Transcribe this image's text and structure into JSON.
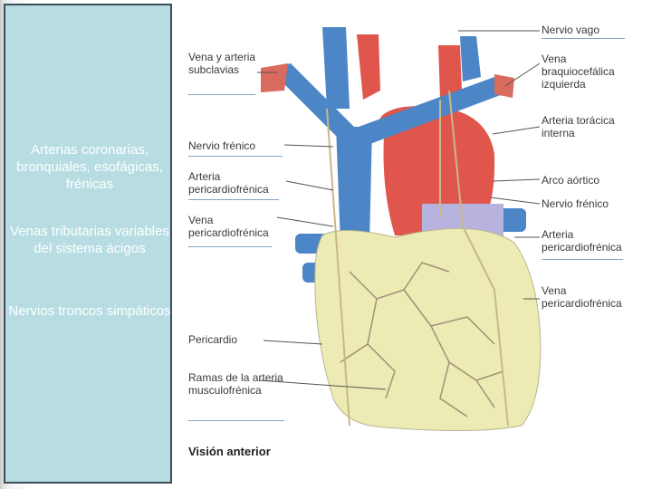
{
  "sidebar": {
    "items": [
      "Arterias coronarias, bronquiales, esofágicas, frénicas",
      "Venas tributarias variables del sistema ácigos",
      "Nervios troncos simpáticos"
    ]
  },
  "figure": {
    "left_labels": {
      "vena_arteria_subclavias": "Vena y arteria subclavias",
      "nervio_frenico": "Nervio frénico",
      "arteria_pericardiofrenica": "Arteria pericardiofrénica",
      "vena_pericardiofrenica": "Vena pericardiofrénica",
      "pericardio": "Pericardio",
      "ramas_arteria": "Ramas de la arteria musculofrénica",
      "vista": "Visión anterior"
    },
    "right_labels": {
      "nervio_vago": "Nervio vago",
      "vena_braquiocefalica": "Vena braquiocefálica izquierda",
      "arteria_toracica": "Arteria torácica interna",
      "arco_aortico": "Arco aórtico",
      "nervio_frenico_r": "Nervio frénico",
      "arteria_pericardiofrenica_r": "Arteria pericardiofrénica",
      "vena_pericardiofrenica_r": "Vena pericardiofrénica"
    },
    "colors": {
      "vein": "#4d86c6",
      "artery": "#e0564d",
      "pericardium": "#ecebb3",
      "nerve": "#c9b889",
      "panel": "#b7dde3"
    }
  }
}
